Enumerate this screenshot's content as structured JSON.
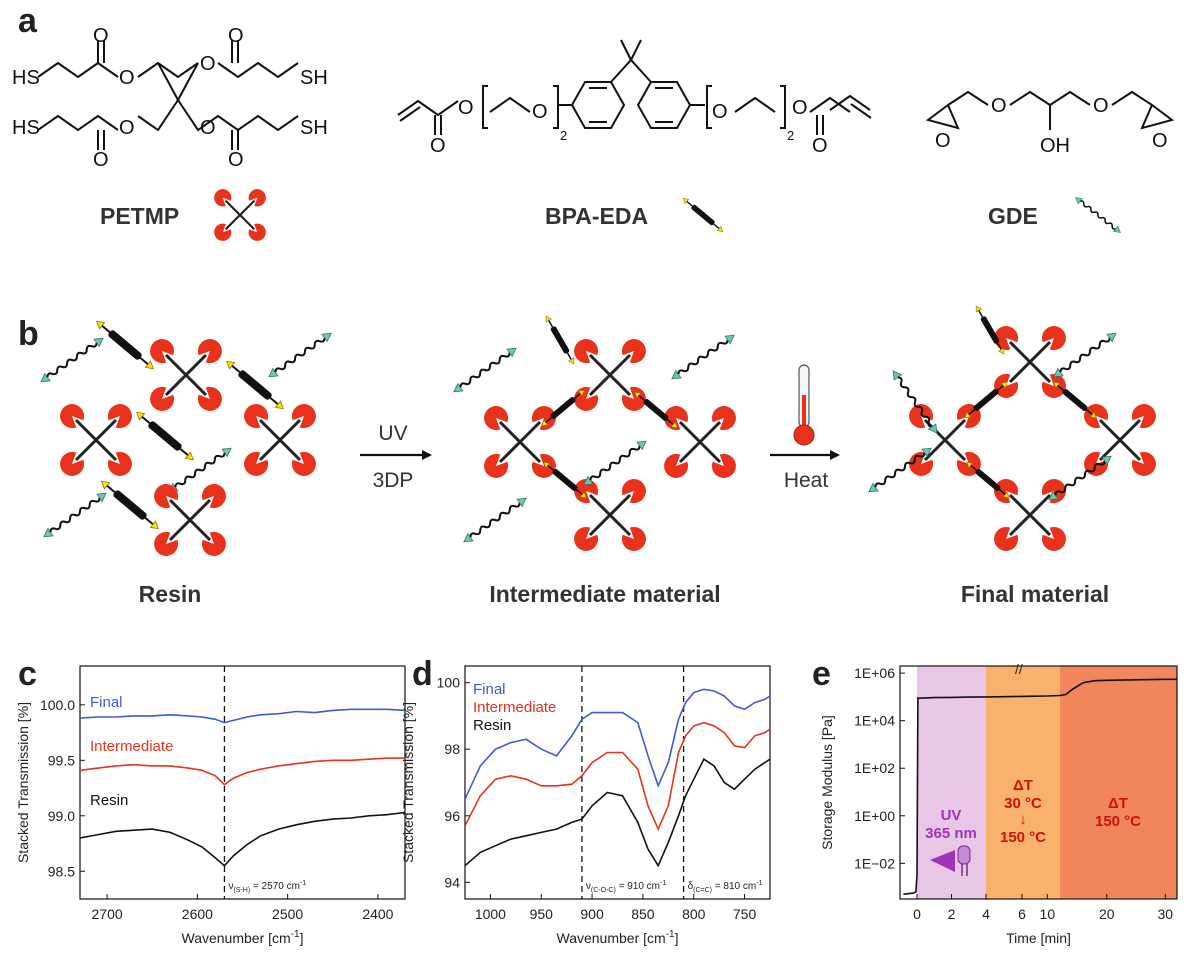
{
  "figure": {
    "panel_labels": [
      "a",
      "b",
      "c",
      "d",
      "e"
    ],
    "molecules": {
      "petmp": {
        "name": "PETMP",
        "groups": [
          "HS",
          "SH",
          "HS",
          "SH",
          "O",
          "O",
          "O",
          "O",
          "O",
          "O",
          "O",
          "O"
        ]
      },
      "bpa_eda": {
        "name": "BPA-EDA",
        "groups": [
          "O",
          "O",
          "O",
          "O",
          "O",
          "O"
        ],
        "repeat": "2"
      },
      "gde": {
        "name": "GDE",
        "groups": [
          "O",
          "O",
          "O",
          "O",
          "OH"
        ]
      }
    },
    "scheme": {
      "stages": [
        "Resin",
        "Intermediate material",
        "Final material"
      ],
      "step1": {
        "top": "UV",
        "bottom": "3DP"
      },
      "step2": {
        "bottom": "Heat"
      }
    },
    "colors": {
      "thiol": "#e8321c",
      "ene": "#ffe000",
      "epoxy": "#6fc7b0",
      "chain": "#111111",
      "uv": "#e8c6e6",
      "warm": "#f9b26b",
      "hot": "#f1865a",
      "final": "#3b5bd8",
      "intermediate": "#e8321c",
      "resin": "#111111",
      "uvtext": "#a033b8",
      "heattext": "#cc1111"
    },
    "icons": [
      "petmp-icon",
      "bpa-eda-icon",
      "gde-icon",
      "thermometer-icon",
      "uv-led-icon"
    ]
  },
  "chart_data": [
    {
      "panel": "c",
      "type": "line",
      "xlabel": "Wavenumber [cm",
      "xlabel_sup": "-1",
      "xlabel_end": "]",
      "ylabel": "Stacked Transmission [%]",
      "xlim": [
        2730,
        2370
      ],
      "ylim": [
        98.25,
        100.35
      ],
      "xticks": [
        2700,
        2600,
        2500,
        2400
      ],
      "yticks": [
        98.5,
        99.0,
        99.5,
        100.0
      ],
      "ytick_labels": [
        "98.5",
        "99.0",
        "99.5",
        "100.0"
      ],
      "annotation": {
        "x": 2570,
        "text": "ν",
        "sub": "(S-H)",
        "tail": " = 2570 cm",
        "sup": "-1"
      },
      "series": [
        {
          "name": "Final",
          "color": "#3b5bd8",
          "x": [
            2730,
            2710,
            2690,
            2670,
            2650,
            2630,
            2610,
            2595,
            2580,
            2570,
            2560,
            2545,
            2530,
            2510,
            2490,
            2470,
            2450,
            2430,
            2410,
            2390,
            2370
          ],
          "y": [
            99.88,
            99.89,
            99.89,
            99.9,
            99.9,
            99.91,
            99.9,
            99.89,
            99.87,
            99.84,
            99.86,
            99.89,
            99.91,
            99.92,
            99.94,
            99.93,
            99.95,
            99.96,
            99.96,
            99.96,
            99.95
          ]
        },
        {
          "name": "Intermediate",
          "color": "#e8321c",
          "x": [
            2730,
            2710,
            2690,
            2670,
            2650,
            2630,
            2610,
            2595,
            2580,
            2570,
            2560,
            2545,
            2530,
            2510,
            2490,
            2470,
            2450,
            2430,
            2410,
            2390,
            2370
          ],
          "y": [
            99.41,
            99.43,
            99.45,
            99.46,
            99.45,
            99.45,
            99.43,
            99.41,
            99.36,
            99.28,
            99.34,
            99.39,
            99.42,
            99.45,
            99.47,
            99.49,
            99.5,
            99.5,
            99.51,
            99.52,
            99.52
          ]
        },
        {
          "name": "Resin",
          "color": "#111111",
          "x": [
            2730,
            2710,
            2690,
            2670,
            2650,
            2630,
            2610,
            2595,
            2580,
            2570,
            2560,
            2545,
            2530,
            2510,
            2490,
            2470,
            2450,
            2430,
            2410,
            2390,
            2370
          ],
          "y": [
            98.8,
            98.83,
            98.86,
            98.87,
            98.88,
            98.85,
            98.78,
            98.72,
            98.62,
            98.55,
            98.64,
            98.74,
            98.82,
            98.88,
            98.92,
            98.95,
            98.97,
            98.98,
            99.0,
            99.01,
            99.03
          ]
        }
      ]
    },
    {
      "panel": "d",
      "type": "line",
      "xlabel": "Wavenumber [cm",
      "xlabel_sup": "-1",
      "xlabel_end": "]",
      "ylabel": "Stacked Transmission [%]",
      "xlim": [
        1025,
        725
      ],
      "ylim": [
        93.5,
        100.5
      ],
      "xticks": [
        1000,
        950,
        900,
        850,
        800,
        750
      ],
      "yticks": [
        94,
        96,
        98,
        100
      ],
      "ytick_labels": [
        "94",
        "96",
        "98",
        "100"
      ],
      "annotations": [
        {
          "x": 910,
          "text": "ν",
          "sub": "(C-O-C)",
          "tail": " = 910 cm",
          "sup": "-1"
        },
        {
          "x": 810,
          "text": "δ",
          "sub": "(C=C)",
          "tail": " = 810 cm",
          "sup": "-1"
        }
      ],
      "series": [
        {
          "name": "Final",
          "color": "#3b5bd8",
          "x": [
            1025,
            1010,
            995,
            980,
            965,
            950,
            935,
            920,
            910,
            900,
            885,
            870,
            855,
            845,
            835,
            825,
            815,
            808,
            800,
            790,
            780,
            770,
            760,
            750,
            740,
            730,
            725
          ],
          "y": [
            96.5,
            97.5,
            98.0,
            98.2,
            98.3,
            98.0,
            97.8,
            98.4,
            98.9,
            99.1,
            99.1,
            99.1,
            98.8,
            97.8,
            96.9,
            97.6,
            98.9,
            99.4,
            99.7,
            99.8,
            99.75,
            99.6,
            99.3,
            99.2,
            99.4,
            99.5,
            99.6
          ]
        },
        {
          "name": "Intermediate",
          "color": "#e8321c",
          "x": [
            1025,
            1010,
            995,
            980,
            965,
            950,
            935,
            920,
            910,
            900,
            885,
            870,
            855,
            845,
            835,
            825,
            815,
            808,
            800,
            790,
            780,
            770,
            760,
            750,
            740,
            730,
            725
          ],
          "y": [
            95.7,
            96.6,
            97.1,
            97.2,
            97.1,
            96.9,
            96.9,
            96.95,
            97.2,
            97.6,
            97.9,
            97.9,
            97.4,
            96.3,
            95.6,
            96.3,
            97.9,
            98.4,
            98.7,
            98.8,
            98.7,
            98.5,
            98.1,
            98.05,
            98.4,
            98.5,
            98.6
          ]
        },
        {
          "name": "Resin",
          "color": "#111111",
          "x": [
            1025,
            1010,
            995,
            980,
            965,
            950,
            935,
            920,
            910,
            900,
            885,
            870,
            855,
            845,
            835,
            825,
            815,
            808,
            800,
            790,
            780,
            770,
            760,
            750,
            740,
            730,
            725
          ],
          "y": [
            94.5,
            94.9,
            95.1,
            95.3,
            95.4,
            95.5,
            95.6,
            95.8,
            95.9,
            96.3,
            96.7,
            96.6,
            95.8,
            95.0,
            94.5,
            95.2,
            96.0,
            96.6,
            97.1,
            97.7,
            97.5,
            97.0,
            96.8,
            97.1,
            97.4,
            97.6,
            97.7
          ]
        }
      ]
    },
    {
      "panel": "e",
      "type": "line",
      "xlabel": "Time [min]",
      "ylabel": "Storage Modulus [Pa]",
      "ylim": [
        -3.5,
        6.3
      ],
      "yticks": [
        -2,
        0,
        2,
        4,
        6
      ],
      "ytick_labels": [
        "1E−02",
        "1E+00",
        "1E+02",
        "1E+04",
        "1E+06"
      ],
      "xticks_labels": [
        "0",
        "2",
        "4",
        "6",
        "10",
        "20",
        "30"
      ],
      "regions": [
        {
          "label": "UV",
          "sub": "365 nm",
          "color": "#e8c6e6",
          "text_color": "#a033b8"
        },
        {
          "label": "ΔT",
          "sub": "30 °C",
          "arrow": "↓",
          "end": "150 °C",
          "color": "#f9b26b",
          "text_color": "#cc1111"
        },
        {
          "label": "ΔT",
          "sub": "150 °C",
          "color": "#f1865a",
          "text_color": "#cc1111"
        }
      ],
      "series": [
        {
          "name": "",
          "color": "#111111",
          "x": [
            -1.2,
            -0.3,
            -0.1,
            0.0,
            0.05,
            0.5,
            1,
            2,
            3,
            4,
            5,
            6,
            8,
            10,
            12,
            13,
            14,
            15,
            16,
            18,
            20,
            25,
            30,
            32
          ],
          "y": [
            -3.3,
            -3.25,
            -3.2,
            -2.5,
            4.95,
            4.96,
            4.97,
            4.98,
            4.99,
            5.0,
            5.01,
            5.02,
            5.03,
            5.04,
            5.06,
            5.1,
            5.3,
            5.45,
            5.6,
            5.68,
            5.7,
            5.72,
            5.74,
            5.74
          ]
        }
      ]
    }
  ]
}
